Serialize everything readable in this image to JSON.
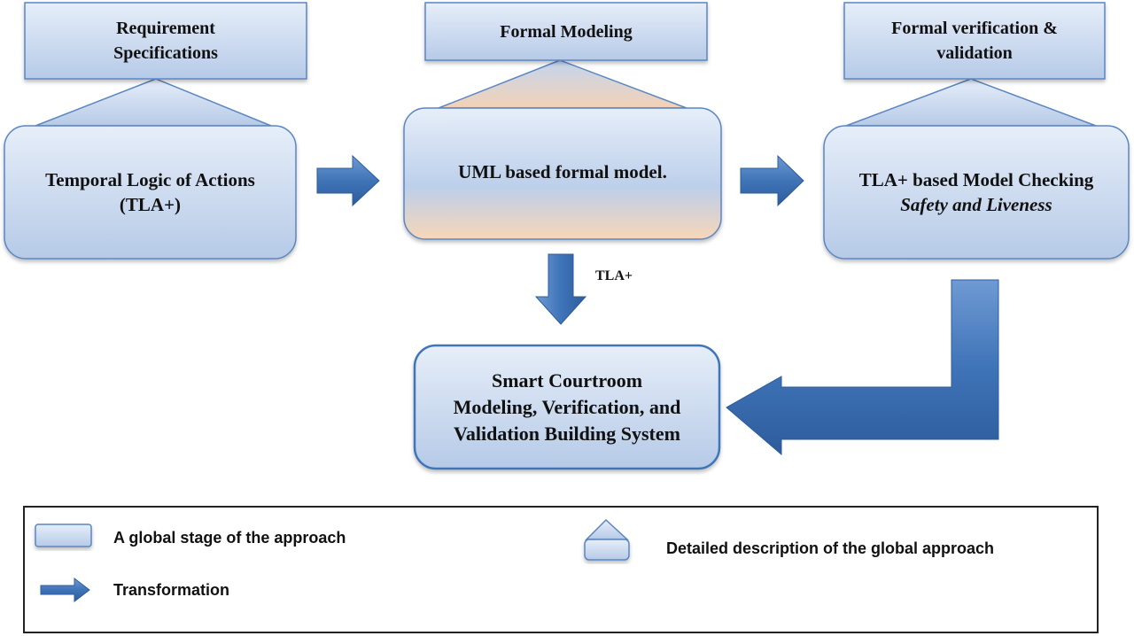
{
  "stages": [
    {
      "header": [
        "Requirement",
        "Specifications"
      ],
      "body": [
        "Temporal Logic of Actions",
        "(TLA+)"
      ],
      "body_italic": []
    },
    {
      "header": [
        "Formal Modeling"
      ],
      "body": [
        "UML based formal model."
      ],
      "body_italic": []
    },
    {
      "header": [
        "Formal verification &",
        "validation"
      ],
      "body": [
        "TLA+ based  Model Checking"
      ],
      "body_italic": [
        "Safety and Liveness"
      ]
    }
  ],
  "transform_label": "TLA+",
  "result": {
    "lines": [
      "Smart Courtroom",
      "Modeling, Verification, and",
      "Validation Building System"
    ]
  },
  "legend": {
    "global_stage": "A global stage of the approach",
    "transformation": "Transformation",
    "detailed_description": "Detailed description of the global approach"
  },
  "colors": {
    "box_top": "#e4ecf8",
    "box_bottom": "#b7cbe8",
    "box_border": "#5a86c2",
    "arrow": "#3f74b8",
    "peach": "#f6d3b4"
  }
}
